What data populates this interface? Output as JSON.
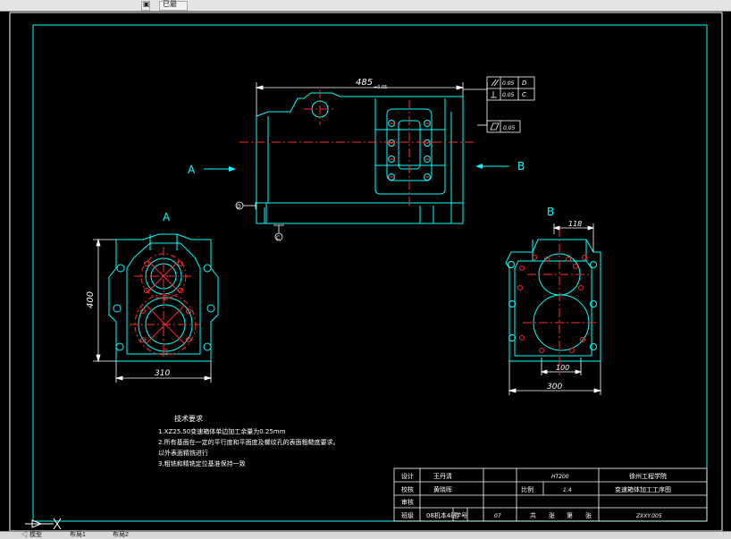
{
  "app": {
    "toolbar_items": [
      "▣",
      "已最"
    ],
    "status_items": [
      "◁ 模型",
      "布局1",
      "布局2"
    ]
  },
  "views": {
    "main": {
      "dim_width": "485",
      "dim_width_tol": "+0.05",
      "view_arrow_a": "A",
      "view_arrow_b": "B",
      "datum_d": "D",
      "datum_c": "C"
    },
    "gdt": {
      "parallel_value": "0.05",
      "parallel_datum": "D",
      "perp_value": "0.05",
      "perp_datum": "C",
      "flatness_value": "0.05"
    },
    "view_a": {
      "label": "A",
      "dim_height": "400",
      "dim_width": "310"
    },
    "view_b": {
      "label": "B",
      "dim_top": "118",
      "dim_inner": "100",
      "dim_bottom": "300"
    }
  },
  "notes": {
    "title": "技术要求",
    "lines": [
      "1.XZ25.50变速箱体单边加工余量为0.25mm",
      "2.所有基面在一定的平行度和平面度及螺纹孔的表面粗糙度要求。",
      "以外表面精铣进行",
      "3.粗铣和精铣定位基准保持一致"
    ]
  },
  "titleblock": {
    "row1": [
      "设计",
      "王丹清",
      "",
      "HT200",
      "徐州工程学院"
    ],
    "row2": [
      "校核",
      "黄晓晖"
    ],
    "scale_label": "比例",
    "scale_value": "1:4",
    "drawing_name": "变速箱体加工工序图",
    "row3": [
      "审核"
    ],
    "row4": [
      "班级",
      "08机本4班",
      "学号",
      "07"
    ],
    "sheet_text": [
      "共",
      "张",
      "第",
      "张"
    ],
    "drawing_no": "ZXXY.005"
  }
}
